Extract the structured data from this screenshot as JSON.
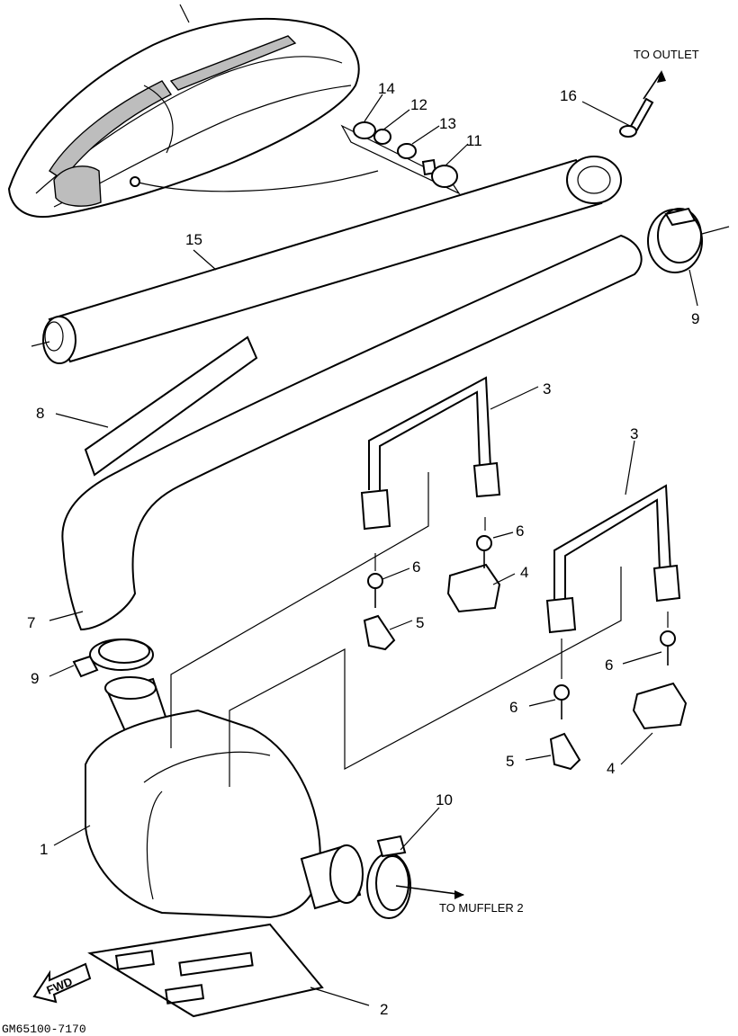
{
  "diagram": {
    "callouts": [
      "1",
      "2",
      "3",
      "3",
      "4",
      "4",
      "5",
      "5",
      "6",
      "6",
      "6",
      "6",
      "7",
      "8",
      "9",
      "9",
      "10",
      "11",
      "12",
      "13",
      "14",
      "15",
      "16"
    ],
    "notes": {
      "to_outlet": "TO OUTLET",
      "to_muffler": "TO MUFFLER 2",
      "fwd": "FWD"
    },
    "drawing_code": "GM65100-7170"
  }
}
